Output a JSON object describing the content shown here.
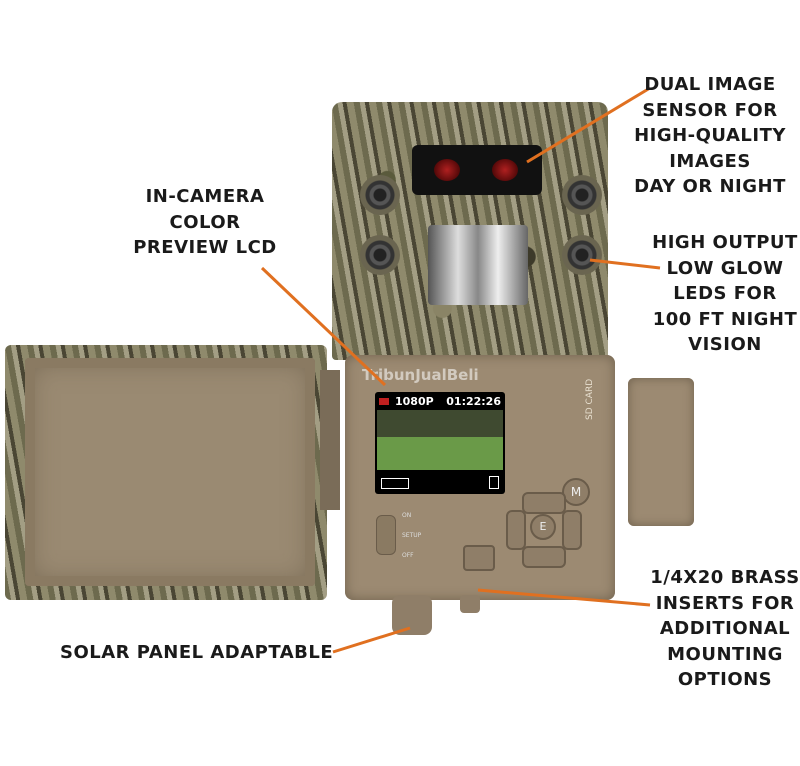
{
  "callouts": {
    "dual_sensor": [
      "DUAL IMAGE",
      "SENSOR FOR",
      "HIGH-QUALITY",
      "IMAGES",
      "DAY OR NIGHT"
    ],
    "leds": [
      "HIGH OUTPUT",
      "LOW GLOW",
      "LEDS FOR",
      "100 FT NIGHT",
      "VISION"
    ],
    "lcd": [
      "IN-CAMERA",
      "COLOR",
      "PREVIEW LCD"
    ],
    "brass": [
      "1/4X20 BRASS",
      "INSERTS FOR",
      "ADDITIONAL",
      "MOUNTING",
      "OPTIONS"
    ],
    "solar": "SOLAR PANEL ADAPTABLE"
  },
  "lcd_screen": {
    "resolution": "1080P",
    "time": "01:22:26"
  },
  "camera_labels": {
    "sd_card": "SD CARD",
    "menu_button": "M",
    "enter_button": "E",
    "switch_on": "ON",
    "switch_setup": "SETUP",
    "switch_off": "OFF"
  },
  "watermark": "TribunJualBeli",
  "colors": {
    "accent_line": "#e07020",
    "body": "#9c8a72"
  }
}
